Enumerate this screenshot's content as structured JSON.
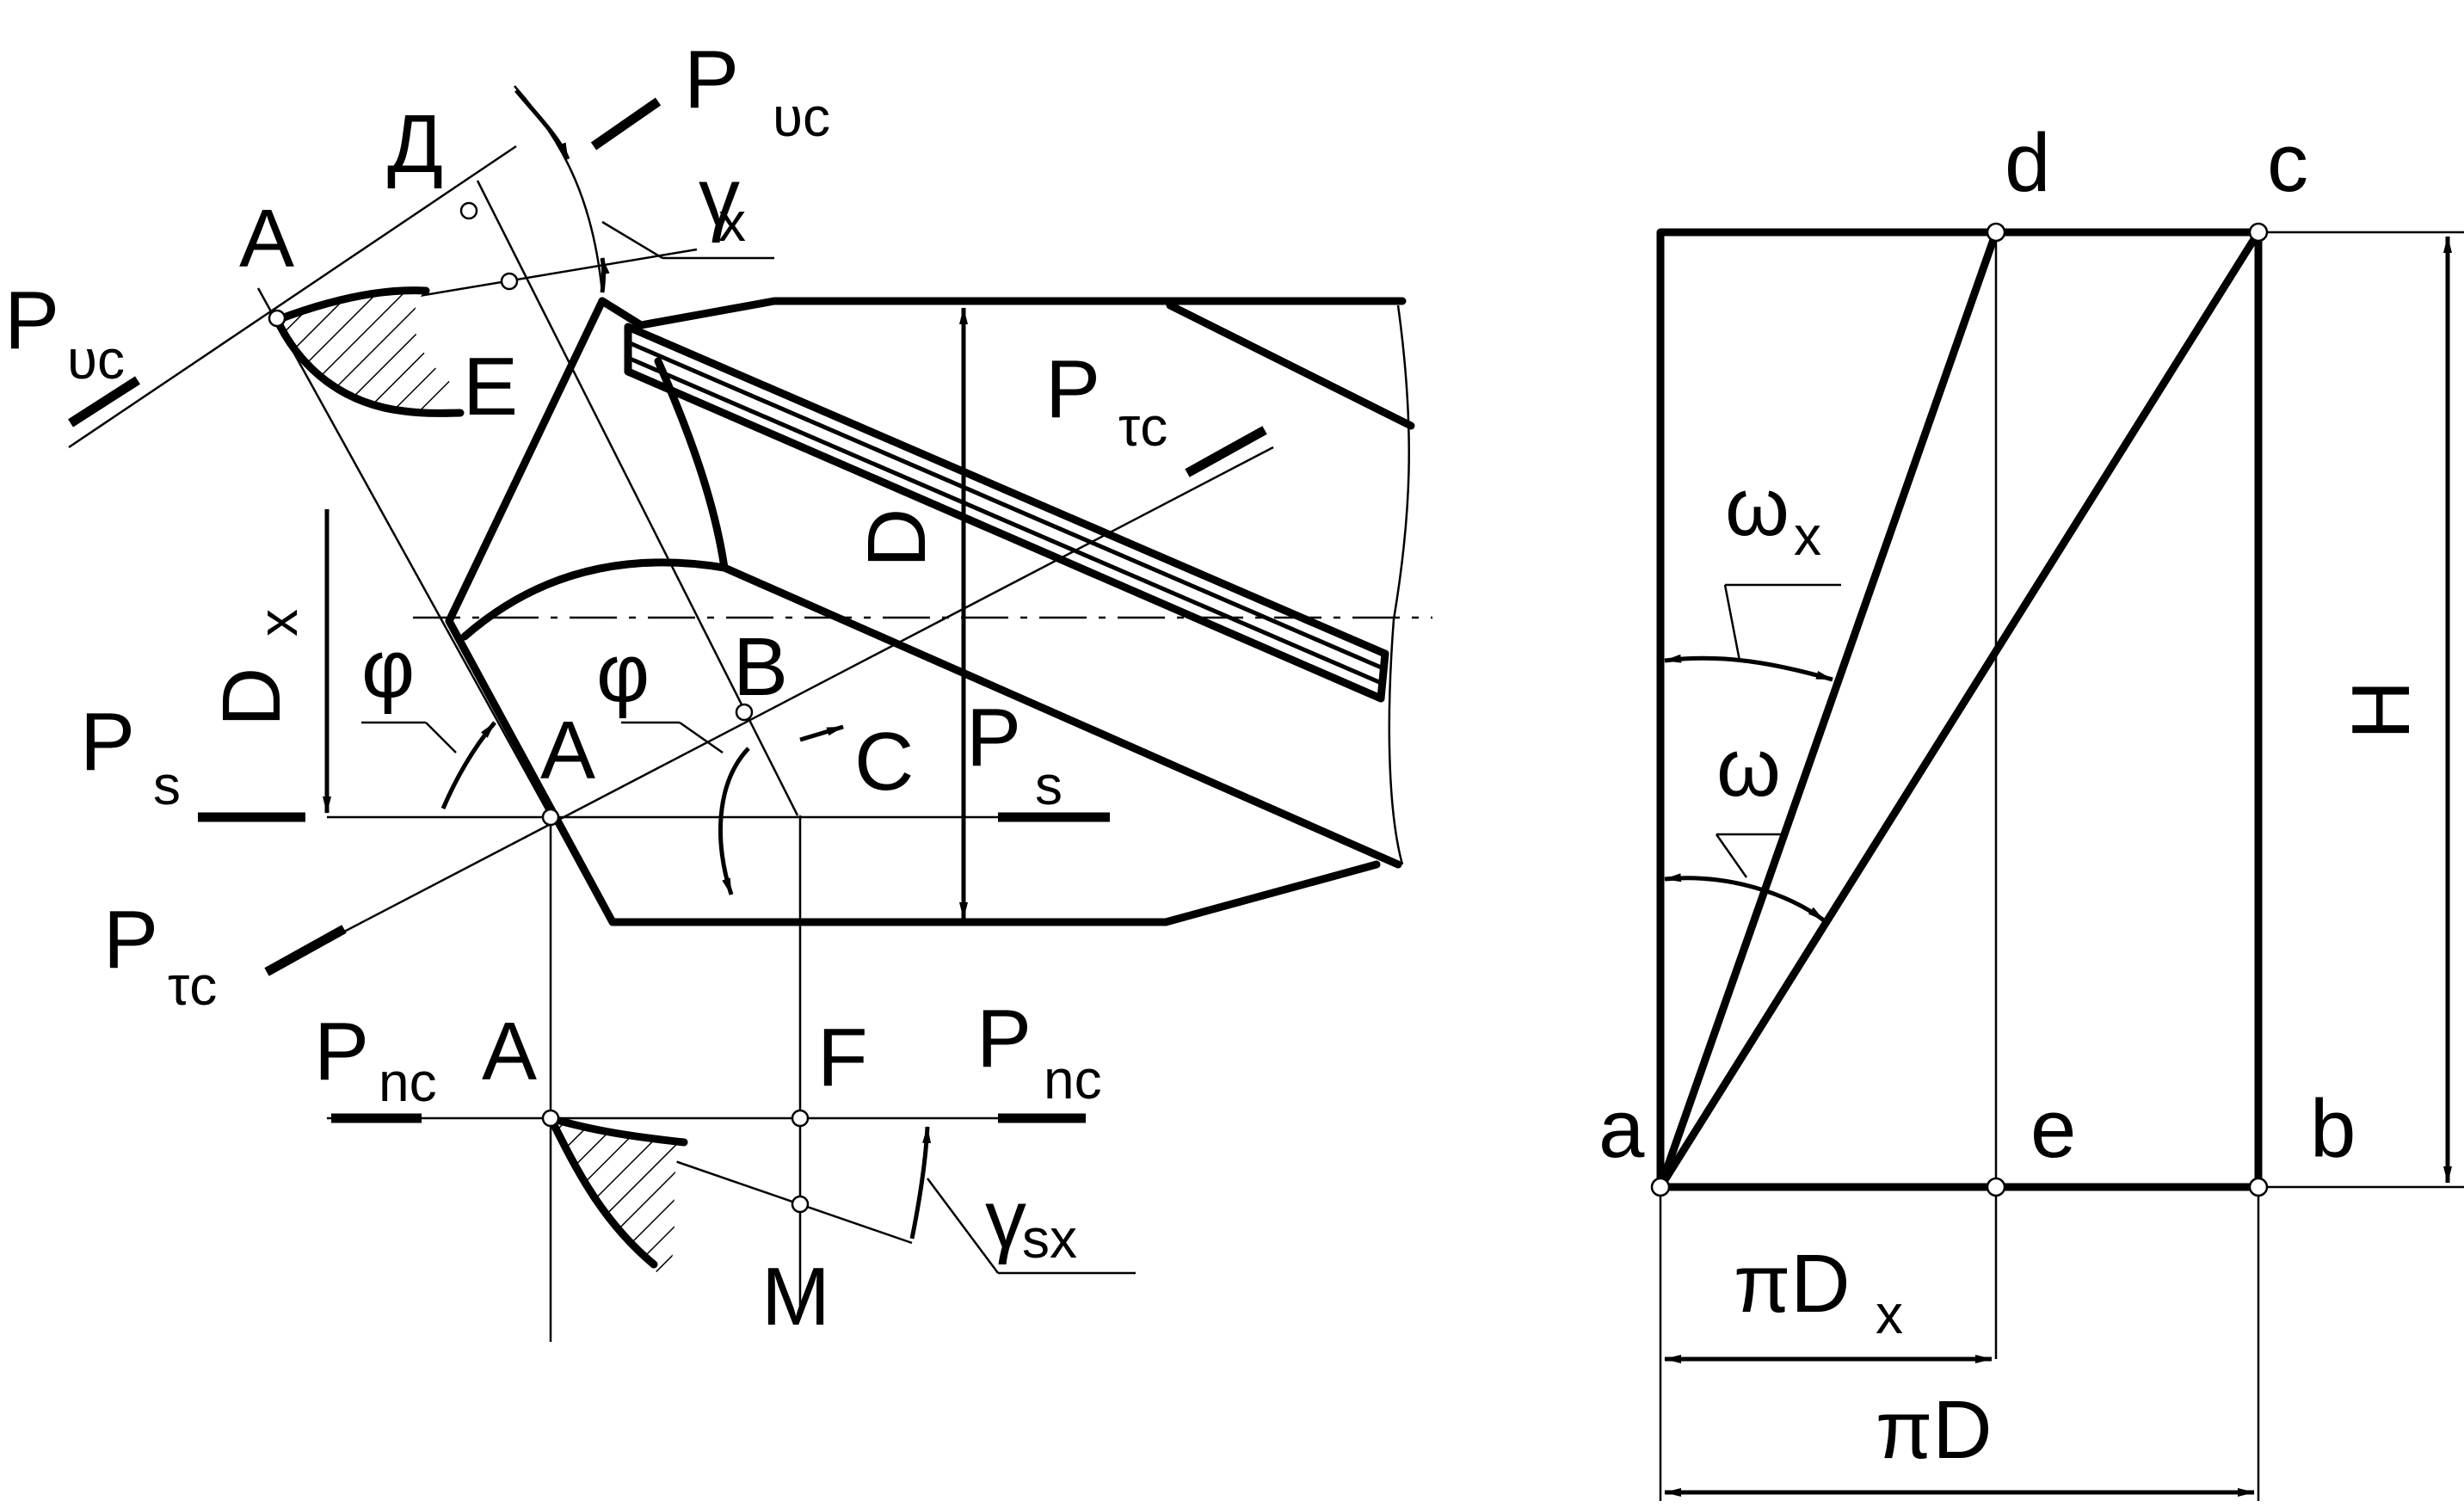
{
  "left_figure": {
    "plane_P": "P",
    "sub_vc": "υc",
    "sub_tc": "τc",
    "sub_s": "s",
    "sub_nc": "nc",
    "label_D_cyr": "Д",
    "label_A": "A",
    "label_E": "E",
    "label_B": "B",
    "label_C": "C",
    "label_F": "F",
    "label_M": "M",
    "label_D": "D",
    "label_Dx_D": "D",
    "label_Dx_x": "x",
    "gamma": "γ",
    "gamma_x_sub": "x",
    "gamma_sx_sub": "sx",
    "phi": "φ"
  },
  "right_figure": {
    "label_a": "a",
    "label_b": "b",
    "label_c": "c",
    "label_d": "d",
    "label_e": "e",
    "label_H": "H",
    "omega": "ω",
    "omega_x_sub": "x",
    "pi_D": "πD",
    "pi_Dx_main": "πD",
    "pi_Dx_sub": "x"
  }
}
